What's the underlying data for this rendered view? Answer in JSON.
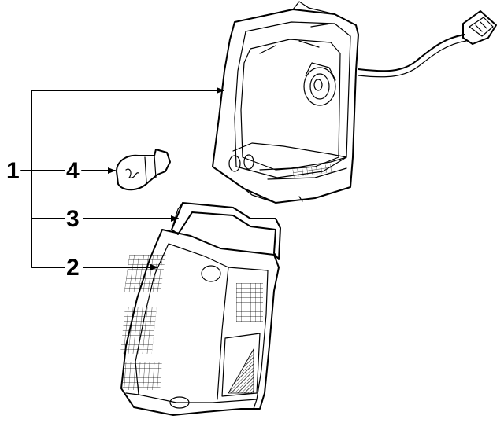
{
  "callouts": [
    {
      "id": "1",
      "label": "1"
    },
    {
      "id": "2",
      "label": "2"
    },
    {
      "id": "3",
      "label": "3"
    },
    {
      "id": "4",
      "label": "4"
    }
  ],
  "colors": {
    "ink": "#000000",
    "background": "#ffffff"
  },
  "icons": [
    "connector-icon",
    "bulb-icon",
    "arrow-icon"
  ]
}
